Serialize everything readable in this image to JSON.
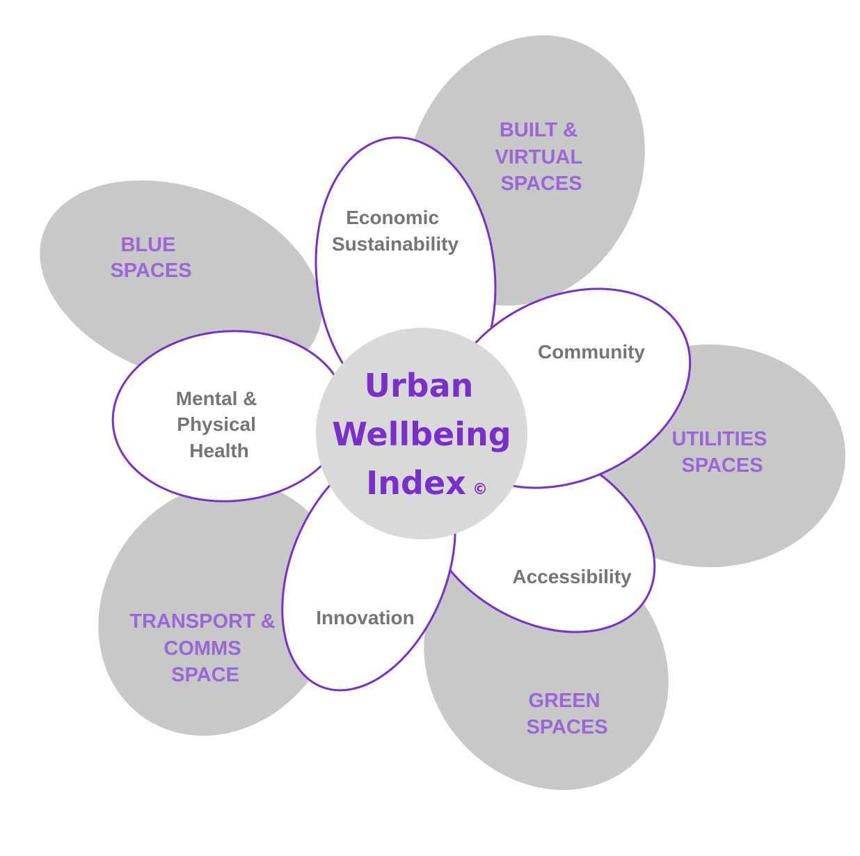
{
  "colors": {
    "outer_petal_fill": "#c8c8c8",
    "inner_petal_fill": "#ffffff",
    "inner_petal_stroke": "#7a2fc9",
    "center_fill": "#d9d9d9",
    "outer_text": "#9a67d6",
    "inner_text": "#757575",
    "center_text": "#7a2fc9"
  },
  "center": {
    "lines": [
      "Urban",
      "Wellbeing",
      "Index"
    ],
    "copyright_symbol": "©"
  },
  "outer_petals": [
    {
      "id": "built-virtual-spaces",
      "lines": [
        "BUILT  &",
        "VIRTUAL",
        "SPACES"
      ]
    },
    {
      "id": "blue-spaces",
      "lines": [
        "BLUE",
        "SPACES"
      ]
    },
    {
      "id": "utilities-spaces",
      "lines": [
        "UTILITIES",
        "SPACES"
      ]
    },
    {
      "id": "transport-comms-space",
      "lines": [
        "TRANSPORT &",
        "COMMS",
        "SPACE"
      ]
    },
    {
      "id": "green-spaces",
      "lines": [
        "GREEN",
        "SPACES"
      ]
    }
  ],
  "inner_petals": [
    {
      "id": "economic-sustainability",
      "lines": [
        "Economic",
        "Sustainability"
      ]
    },
    {
      "id": "community",
      "lines": [
        "Community"
      ]
    },
    {
      "id": "mental-physical-health",
      "lines": [
        "Mental &",
        "Physical",
        "Health"
      ]
    },
    {
      "id": "accessibility",
      "lines": [
        "Accessibility"
      ]
    },
    {
      "id": "innovation",
      "lines": [
        "Innovation"
      ]
    }
  ]
}
